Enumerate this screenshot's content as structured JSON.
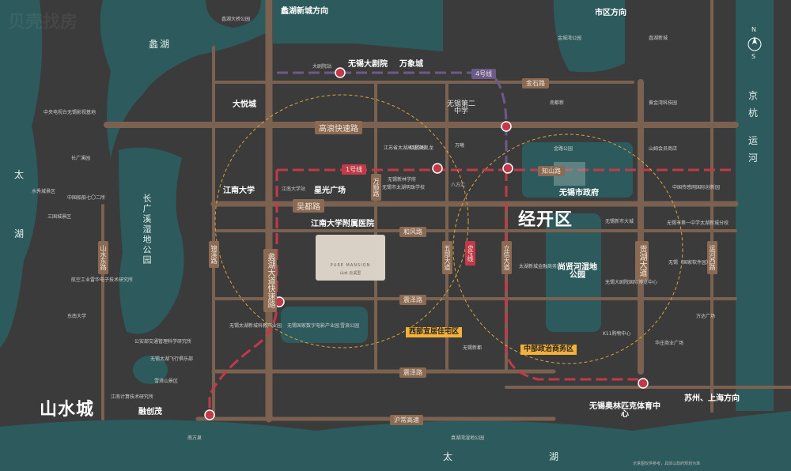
{
  "water": {
    "li_lake": "蠡湖",
    "tai_lake_left": [
      "太",
      "湖"
    ],
    "tai_lake_bottom": [
      "太",
      "湖"
    ],
    "jinghang_canal": [
      "京",
      "杭",
      "运",
      "河"
    ],
    "changguangxi_park": "长广溪湿地公园"
  },
  "areas": {
    "jingkai": "经开区",
    "shanshui": "山水城"
  },
  "directions": {
    "north": "蠡湖新城方向",
    "city": "市区方向",
    "east": "苏州、上海方向"
  },
  "roads": {
    "gaolang": "高浪快速路",
    "wudu": "吴都路",
    "lihu_ave": "蠡湖大道快速路",
    "gongbu_expressway": "贡湖大道",
    "hexing": "和风路",
    "jiangyang": "震泽路",
    "zhenze": "震泽路",
    "huchang": "沪常高速",
    "jinshi": "金石路",
    "zhiping": "知山路",
    "wanshun": "万顺路",
    "wubu": "五部大道",
    "lizheng": "立信大道",
    "shanshui_east": "山水东路",
    "yongyang": "锦溪路",
    "yunhe_west": "运河西路"
  },
  "metro": {
    "line1": "1号线",
    "line4": "4号线",
    "line6": "6号线"
  },
  "landmarks": {
    "grand_theatre": "无锡大剧院",
    "wanxiang": "万象城",
    "dayue": "大悦城",
    "jiangnan_univ": "江南大学",
    "xingguang": "星光广场",
    "jiangnan_hospital": "江南大学附属医院",
    "no2_middle": "无锡第二中学",
    "gov": "无锡市政府",
    "shangxian_park": "尚贤河湿地公园",
    "olympic": "无锡奥林匹克体育中心",
    "rongchuang": "融创茂",
    "west_zone": "西部宜居住宅区",
    "central_zone": "中部政治商务区"
  },
  "small_pois": [
    "蠡湖大桥公园",
    "金城湾公园",
    "蠡湖新城",
    "南都新",
    "黄金湾科技园",
    "金路公园",
    "中央电视台无锡影视基地",
    "长广溪园",
    "水秀城景区",
    "中国船舶七〇二所",
    "三国城景区",
    "航空工业雷华电子技术研究所",
    "东南大学",
    "公安部交通管理科学研究所",
    "无锡太湖飞行俱乐部",
    "雪浪山景区",
    "江南计算技术研究所",
    "江苏省太湖高级学校",
    "红星美凯龙",
    "万曦",
    "八方汇",
    "无锡市太湖明珠学校",
    "无锡太湖新城科教产业园",
    "无锡国家数字电影产业园",
    "雪浪公园",
    "无锡新都",
    "太湖新城金融商务区",
    "无锡大剧院国际博览中心",
    "K11购物中心",
    "华庄商业广场",
    "万达广场",
    "无锡（国家软件园）",
    "无锡市第一中学太湖新城分校",
    "中国传感网国际创新园",
    "无锡新市大城",
    "无锡新林学府",
    "山姆会员商店",
    "大剧院站",
    "江南大学站",
    "南方泉",
    "袁湖湾湿地公园"
  ],
  "brand": {
    "line1": "PURE MANSION",
    "line2": "山水 云溪里"
  },
  "compass": {
    "n": "N",
    "s": "S"
  },
  "watermark": "贝壳找房",
  "disclaimer": "示意图仅供参考，具体以政府规划为准",
  "colors": {
    "land": "#3a3a3a",
    "water": "#2d5a5c",
    "road": "#7b6150",
    "metro": "#c23a4a",
    "highlight": "#f3b13a"
  }
}
